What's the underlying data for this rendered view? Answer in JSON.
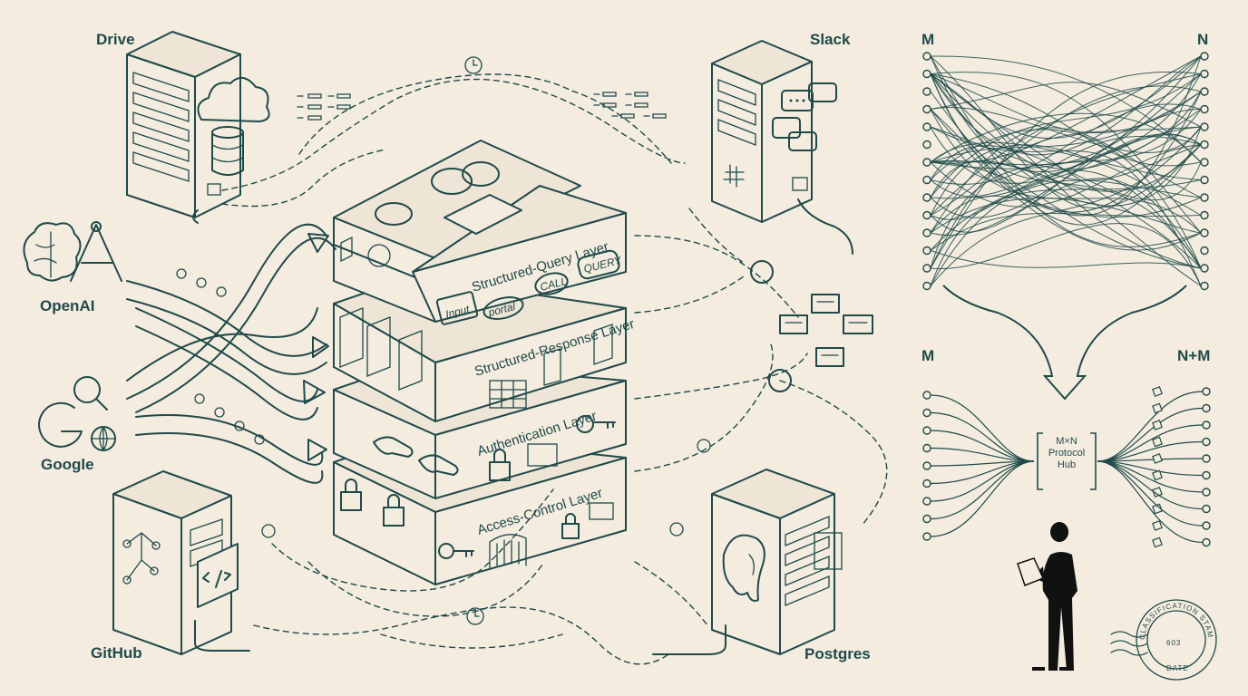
{
  "services": {
    "drive": "Drive",
    "slack": "Slack",
    "openai": "OpenAI",
    "google": "Google",
    "github": "GitHub",
    "postgres": "Postgres"
  },
  "layers": [
    {
      "name": "Structured-Query Layer",
      "tags": [
        "Input",
        "portal",
        "CALL",
        "QUERY"
      ]
    },
    {
      "name": "Structured-Response Layer"
    },
    {
      "name": "Authentication Layer"
    },
    {
      "name": "Access-Control Layer"
    }
  ],
  "mesh": {
    "left": "M",
    "right": "N"
  },
  "hubbed": {
    "left": "M",
    "right": "N+M"
  },
  "hub": {
    "line1": "M×N",
    "line2": "Protocol",
    "line3": "Hub"
  },
  "stamp": {
    "top": "CLASSIFICATION STAMP",
    "bottom": "DATE",
    "center": "603"
  },
  "icons": [
    "server-icon",
    "cloud-icon",
    "database-icon",
    "chat-bubble-icon",
    "brain-icon",
    "magnifier-icon",
    "globe-icon",
    "code-icon",
    "elephant-icon",
    "key-icon",
    "padlock-icon",
    "handshake-icon",
    "clock-icon",
    "person-reading-icon"
  ]
}
